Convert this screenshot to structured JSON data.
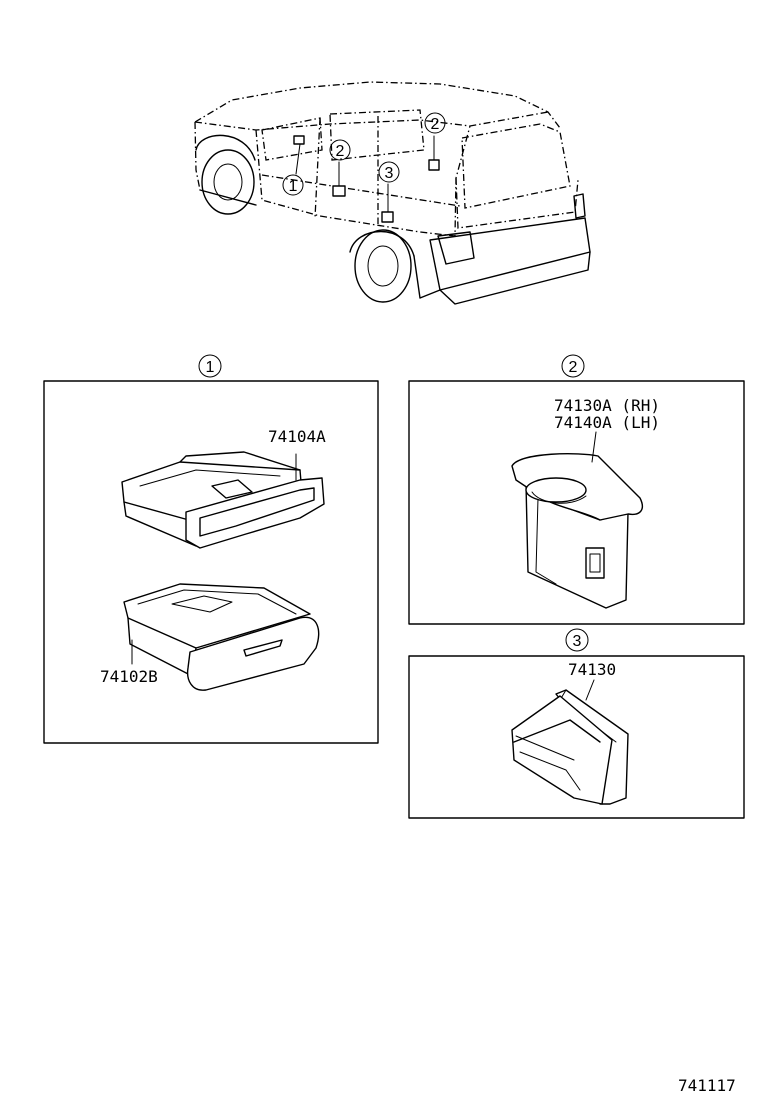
{
  "callouts": {
    "c1": "1",
    "c2": "2",
    "c3": "3"
  },
  "panels": {
    "p1": {
      "callout": "1",
      "parts": [
        "74104A",
        "74102B"
      ]
    },
    "p2": {
      "callout": "2",
      "parts": [
        "74130A (RH)",
        "74140A (LH)"
      ]
    },
    "p3": {
      "callout": "3",
      "parts": [
        "74130"
      ]
    }
  },
  "diagram_number": "741117"
}
